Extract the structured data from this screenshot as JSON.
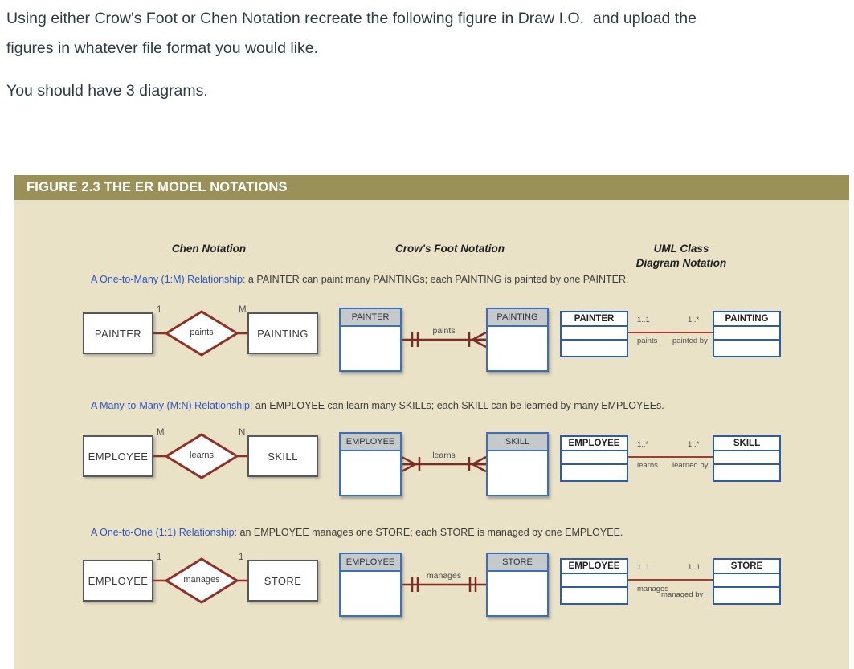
{
  "intro": {
    "line1": "Using either Crow's Foot or Chen Notation recreate the following figure in Draw I.O.  and upload the",
    "line2": "figures in whatever file format you would like.",
    "line3": "You should have 3 diagrams."
  },
  "figure": {
    "title": "FIGURE 2.3  THE ER MODEL NOTATIONS",
    "columns": {
      "chen": "Chen Notation",
      "crow": "Crow's Foot Notation",
      "uml_line1": "UML Class",
      "uml_line2": "Diagram Notation"
    },
    "colors": {
      "title_bar_bg": "#9a9158",
      "panel_bg": "#eae2c6",
      "chen_maroon": "#8e2f28",
      "crow_maroon": "#7d2b24",
      "uml_line_red": "#a23b32",
      "crow_border_blue": "#3a6fbc",
      "uml_border_blue": "#2d5ba8",
      "entity_header_gray": "#c6c9cc",
      "label_blue": "#2c55c5"
    },
    "rows": [
      {
        "label": "A One-to-Many (1:M) Relationship:",
        "description": " a PAINTER can paint many PAINTINGs; each PAINTING is painted by one PAINTER.",
        "chen": {
          "left": "PAINTER",
          "right": "PAINTING",
          "verb": "paints",
          "left_card": "1",
          "right_card": "M"
        },
        "crow": {
          "left": "PAINTER",
          "right": "PAINTING",
          "verb": "paints",
          "left_end": "one-and-only-one",
          "right_end": "one-or-many"
        },
        "uml": {
          "left": "PAINTER",
          "right": "PAINTING",
          "left_mult": "1..1",
          "right_mult": "1..*",
          "left_role": "paints",
          "right_role": "painted by"
        }
      },
      {
        "label": "A Many-to-Many (M:N) Relationship:",
        "description": " an EMPLOYEE can learn many SKILLs; each SKILL can be learned by many EMPLOYEEs.",
        "chen": {
          "left": "EMPLOYEE",
          "right": "SKILL",
          "verb": "learns",
          "left_card": "M",
          "right_card": "N"
        },
        "crow": {
          "left": "EMPLOYEE",
          "right": "SKILL",
          "verb": "learns",
          "left_end": "one-or-many",
          "right_end": "one-or-many"
        },
        "uml": {
          "left": "EMPLOYEE",
          "right": "SKILL",
          "left_mult": "1..*",
          "right_mult": "1..*",
          "left_role": "learns",
          "right_role": "learned by"
        }
      },
      {
        "label": "A One-to-One (1:1) Relationship:",
        "description": " an EMPLOYEE manages one STORE; each STORE is managed by one EMPLOYEE.",
        "chen": {
          "left": "EMPLOYEE",
          "right": "STORE",
          "verb": "manages",
          "left_card": "1",
          "right_card": "1"
        },
        "crow": {
          "left": "EMPLOYEE",
          "right": "STORE",
          "verb": "manages",
          "left_end": "one-and-only-one",
          "right_end": "one-and-only-one"
        },
        "uml": {
          "left": "EMPLOYEE",
          "right": "STORE",
          "left_mult": "1..1",
          "right_mult": "1..1",
          "left_role": "manages",
          "right_role": "managed by"
        }
      }
    ]
  }
}
